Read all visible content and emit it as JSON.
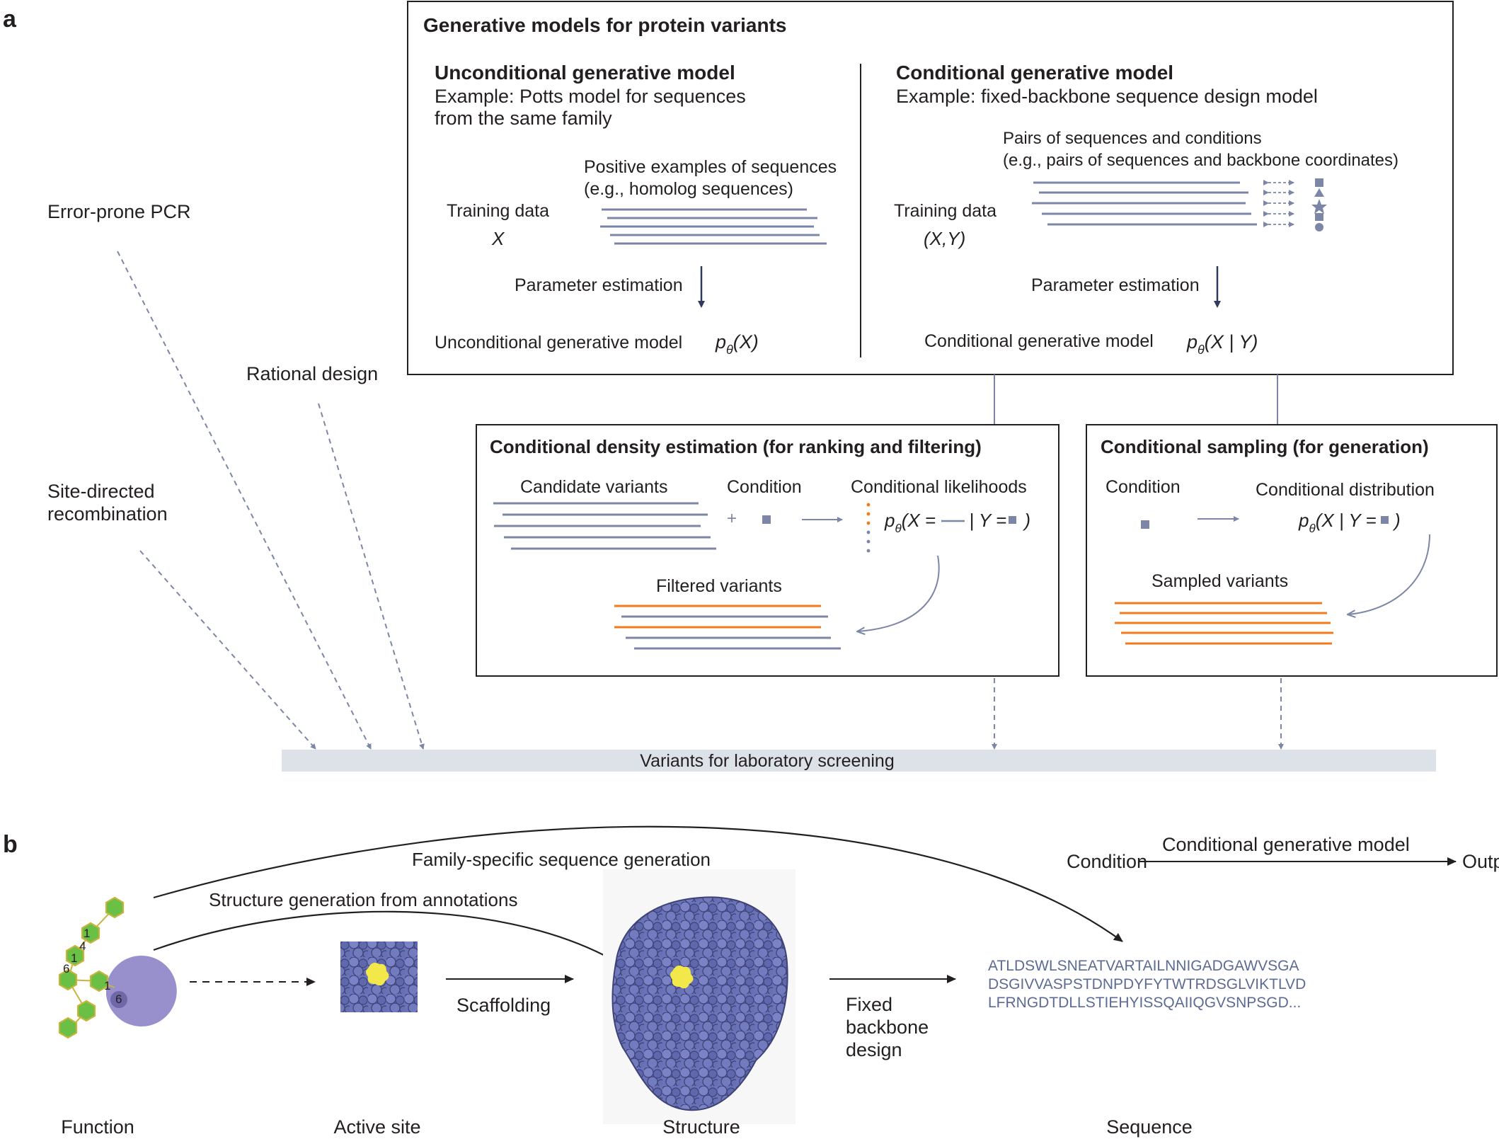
{
  "panel_a": {
    "label": "a",
    "main_box": {
      "title": "Generative models for protein variants",
      "unconditional": {
        "heading": "Unconditional generative model",
        "example_line1": "Example: Potts model for sequences",
        "example_line2": "from the same family",
        "positive_line1": "Positive examples of sequences",
        "positive_line2": "(e.g., homolog sequences)",
        "training_label": "Training data",
        "training_var": "X",
        "param_label": "Parameter estimation",
        "model_label": "Unconditional generative model",
        "formula_p": "p",
        "formula_sub": "θ",
        "formula_rest": "(X)"
      },
      "conditional": {
        "heading": "Conditional generative model",
        "example_line1": "Example: fixed-backbone sequence design model",
        "pairs_line1": "Pairs of sequences and conditions",
        "pairs_line2": "(e.g., pairs of sequences and backbone coordinates)",
        "training_label": "Training data",
        "training_var": "(X,Y)",
        "param_label": "Parameter estimation",
        "model_label": "Conditional generative model",
        "formula_p": "p",
        "formula_sub": "θ",
        "formula_rest": "(X | Y)"
      }
    },
    "density_box": {
      "title": "Conditional density estimation (for ranking and filtering)",
      "candidate_label": "Candidate variants",
      "plus": "+",
      "condition_label": "Condition",
      "likelihood_label": "Conditional likelihoods",
      "formula_p": "p",
      "formula_sub": "θ",
      "formula_a": "(X = ",
      "formula_b": " | Y = ",
      "formula_c": ")",
      "filtered_label": "Filtered variants"
    },
    "sampling_box": {
      "title": "Conditional sampling (for generation)",
      "condition_label": "Condition",
      "distribution_label": "Conditional distribution",
      "formula_p": "p",
      "formula_sub": "θ",
      "formula_a": "(X | Y = ",
      "formula_c": ")",
      "sampled_label": "Sampled variants"
    },
    "left_methods": [
      "Error-prone PCR",
      "Rational design"
    ],
    "site_directed_line1": "Site-directed",
    "site_directed_line2": "recombination",
    "screening_label": "Variants for laboratory screening",
    "colors": {
      "line": "#7c86a6",
      "arrow": "#2e3a5c",
      "orange": "#f07a1c",
      "bar": "#dde1e8",
      "box": "#231f20"
    }
  },
  "panel_b": {
    "label": "b",
    "arc_top": "Family-specific sequence generation",
    "arc_mid": "Structure generation from annotations",
    "scaffolding": "Scaffolding",
    "fixed_line1": "Fixed",
    "fixed_line2": "backbone",
    "fixed_line3": "design",
    "legend_condition": "Condition",
    "legend_model": "Conditional generative model",
    "legend_output": "Output",
    "sequence_lines": [
      "ATLDSWLSNEATVARTAILNNIGADGAWVSGA",
      "DSGIVVASPSTDNPDYFYTWTRDSGLVIKTLVD",
      "LFRNGDTDLLSTIEHYISSQAIIQGVSNPSGD..."
    ],
    "glycan_numbers": [
      "1",
      "4",
      "1",
      "6",
      "1",
      "6"
    ],
    "captions": [
      "Function",
      "Active site",
      "Structure",
      "Sequence"
    ],
    "colors": {
      "protein": "#6a72b8",
      "active_site": "#f2e84a",
      "glycan": "#6abf45",
      "glycan_edge": "#c8b43c",
      "enzyme": "#8c84c8",
      "sequence": "#5c6b94"
    }
  }
}
